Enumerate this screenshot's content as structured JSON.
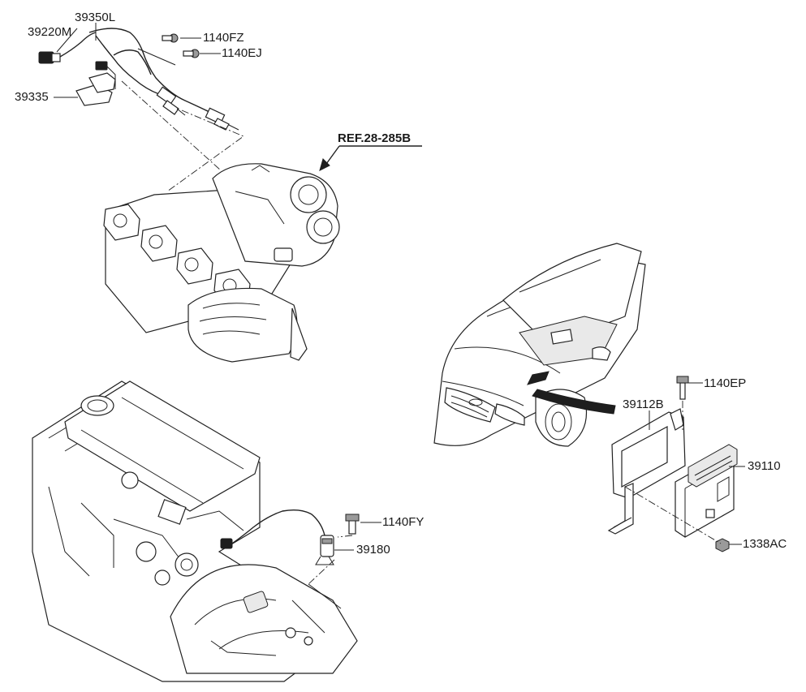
{
  "callouts": {
    "p39350L": "39350L",
    "p39220M": "39220M",
    "p1140FZ": "1140FZ",
    "p1140EJ": "1140EJ",
    "p39335": "39335",
    "ref": "REF.28-285B",
    "p1140EP": "1140EP",
    "p39112B": "39112B",
    "p39110": "39110",
    "p1338AC": "1338AC",
    "p1140FY": "1140FY",
    "p39180": "39180"
  }
}
